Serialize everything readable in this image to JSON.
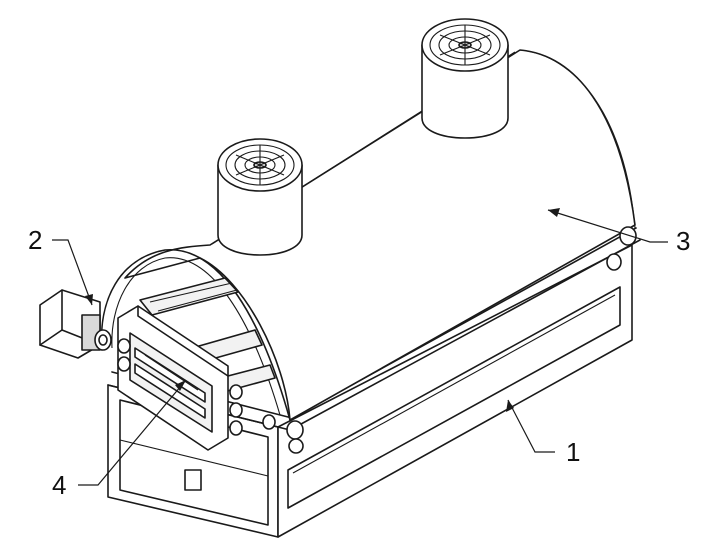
{
  "callouts": [
    {
      "id": "label-1",
      "text": "1"
    },
    {
      "id": "label-2",
      "text": "2"
    },
    {
      "id": "label-3",
      "text": "3"
    },
    {
      "id": "label-4",
      "text": "4"
    }
  ],
  "colors": {
    "line": "#1a1a1a",
    "background": "#ffffff"
  }
}
